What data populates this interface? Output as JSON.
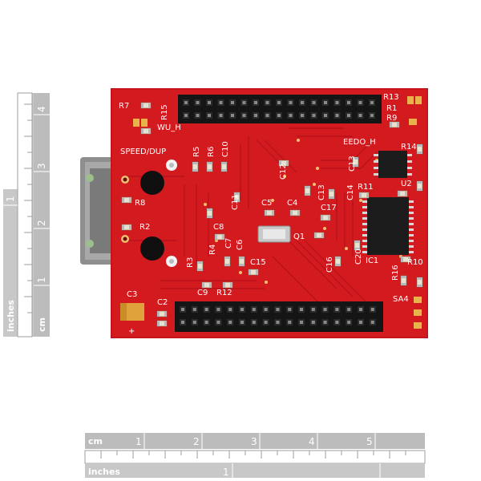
{
  "board": {
    "labels": {
      "r7": "R7",
      "r15": "R15",
      "wu_h": "WU_H",
      "speed_dup": "SPEED/DUP",
      "r5": "R5",
      "r6": "R6",
      "c10": "C10",
      "c12": "C12",
      "r13": "R13",
      "r1": "R1",
      "r9": "R9",
      "eedo_h": "EEDO_H",
      "r14": "R14",
      "c13": "C13",
      "r8": "R8",
      "c11": "C11",
      "c5": "C5",
      "c4": "C4",
      "c17": "C17",
      "c14": "C14",
      "r11": "R11",
      "u2": "U2",
      "r2": "R2",
      "c8": "C8",
      "q1": "Q1",
      "r4": "R4",
      "c7": "C7",
      "c6": "C6",
      "r3": "R3",
      "c15": "C15",
      "c16": "C16",
      "c20": "C20",
      "ic1": "IC1",
      "r10": "R10",
      "r16": "R16",
      "c9": "C9",
      "r12": "R12",
      "c3": "C3",
      "c2": "C2",
      "sa4": "SA4",
      "plus": "+"
    }
  },
  "rulers": {
    "left": {
      "inches_label": "inches",
      "cm_label": "cm",
      "inch_ticks": [
        "1"
      ],
      "cm_ticks": [
        "1",
        "2",
        "3",
        "4"
      ]
    },
    "bottom": {
      "cm_label": "cm",
      "inches_label": "inches",
      "cm_ticks": [
        "1",
        "2",
        "3",
        "4",
        "5"
      ],
      "inch_ticks": [
        "1"
      ]
    }
  },
  "colors": {
    "pcb": "#d31a1f",
    "pcb_dark": "#a30f14",
    "header": "#1a1a1a",
    "gold": "#e7b34a",
    "ruler": "#bdbdbd"
  }
}
